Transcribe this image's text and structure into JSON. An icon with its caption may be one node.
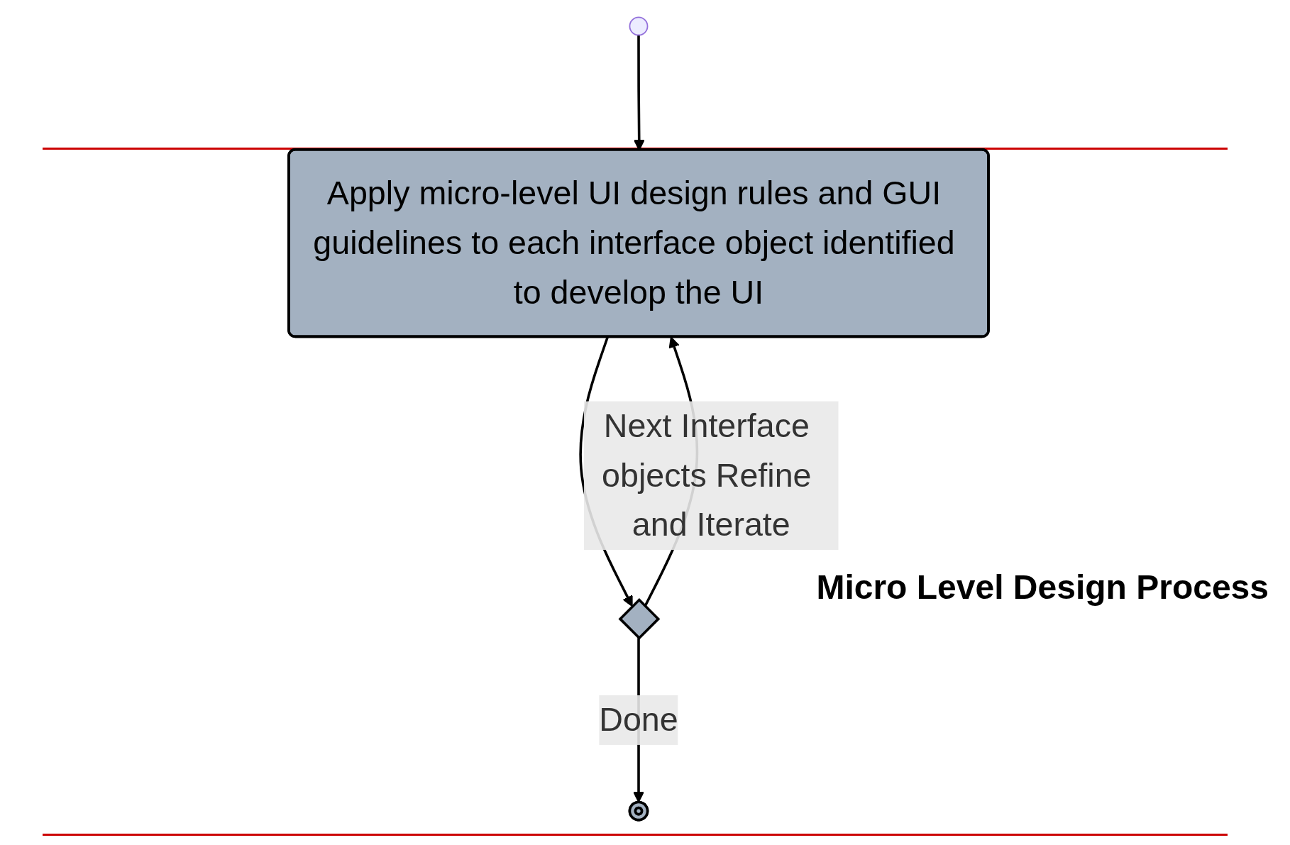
{
  "diagram": {
    "title": "Micro Level Design Process",
    "nodes": [
      {
        "text": [],
        "shape": "circle"
      },
      {
        "text": [
          "Apply micro-level UI design rules and GUI guidelines to each interface object identified to develop the UI"
        ]
      },
      {
        "text": [],
        "shape": "diamond"
      },
      {
        "text": [],
        "shape": "circle"
      }
    ],
    "edges": [
      {
        "from": 0,
        "to": 1,
        "arrow": "to"
      },
      {
        "from": 1,
        "to": 2,
        "arrow": "to"
      },
      {
        "from": 2,
        "to": 1,
        "arrow": "to",
        "label": "Next Interface objects Refine and Iterate"
      },
      {
        "from": 2,
        "to": 3,
        "arrow": "to",
        "label": "Done"
      }
    ]
  }
}
